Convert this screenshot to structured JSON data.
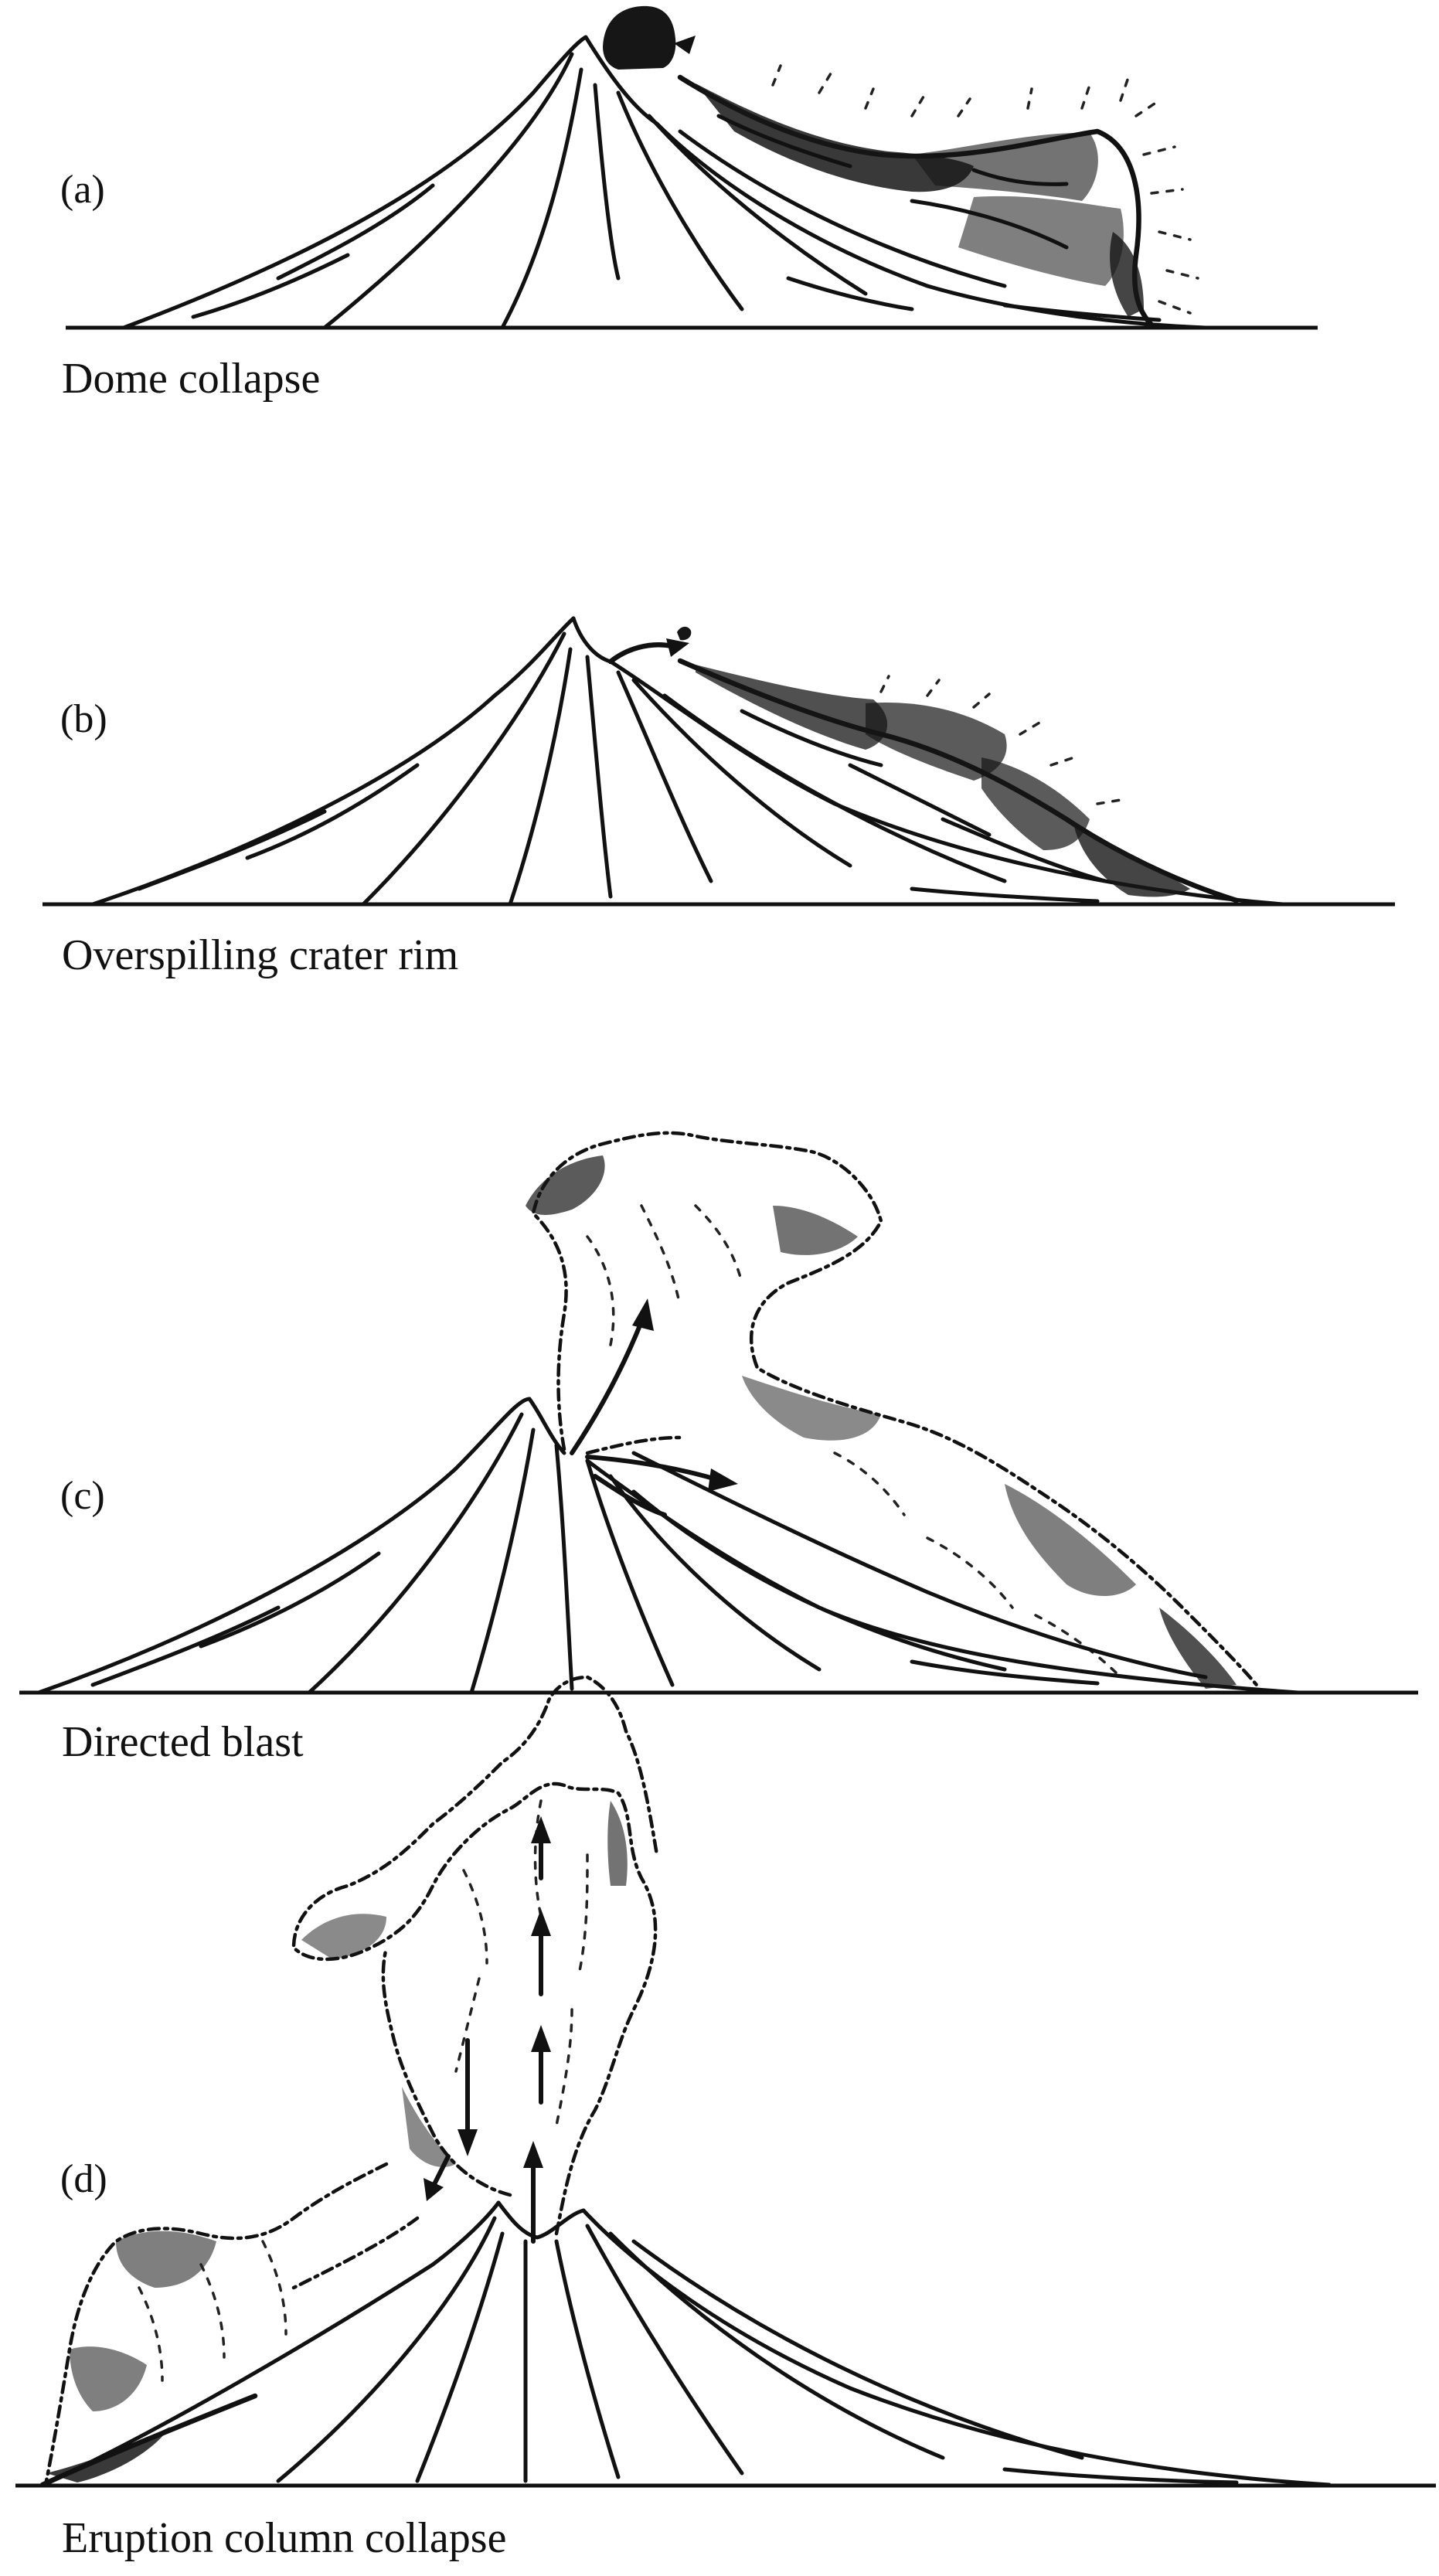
{
  "panels": [
    {
      "tag": "(a)",
      "caption": "Dome collapse"
    },
    {
      "tag": "(b)",
      "caption": "Overspilling crater rim"
    },
    {
      "tag": "(c)",
      "caption": "Directed blast"
    },
    {
      "tag": "(d)",
      "caption": "Eruption column collapse"
    }
  ],
  "colors": {
    "ink": "#111111",
    "background": "#ffffff"
  }
}
